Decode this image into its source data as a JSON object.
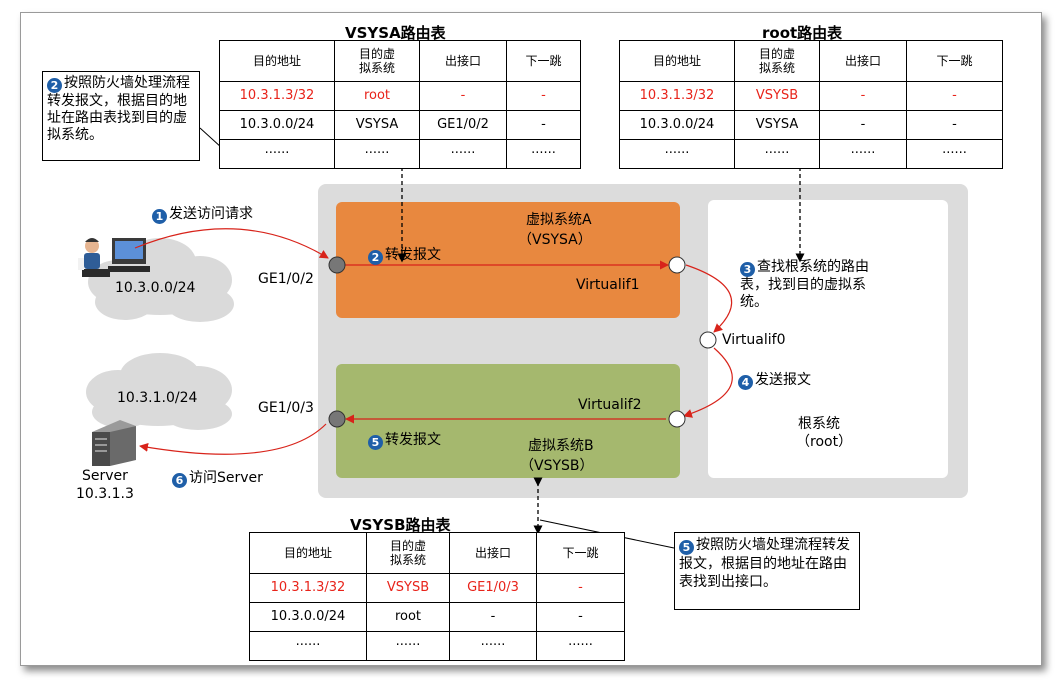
{
  "vsysa_table": {
    "title": "VSYSA路由表",
    "headers": [
      "目的地址",
      "目的虚\n拟系统",
      "出接口",
      "下一跳"
    ],
    "rows": [
      [
        "10.3.1.3/32",
        "root",
        "-",
        "-"
      ],
      [
        "10.3.0.0/24",
        "VSYSA",
        "GE1/0/2",
        "-"
      ],
      [
        "······",
        "······",
        "······",
        "······"
      ]
    ]
  },
  "root_table": {
    "title": "root路由表",
    "headers": [
      "目的地址",
      "目的虚\n拟系统",
      "出接口",
      "下一跳"
    ],
    "rows": [
      [
        "10.3.1.3/32",
        "VSYSB",
        "-",
        "-"
      ],
      [
        "10.3.0.0/24",
        "VSYSA",
        "-",
        "-"
      ],
      [
        "······",
        "······",
        "······",
        "······"
      ]
    ]
  },
  "vsysb_table": {
    "title": "VSYSB路由表",
    "headers": [
      "目的地址",
      "目的虚\n拟系统",
      "出接口",
      "下一跳"
    ],
    "rows": [
      [
        "10.3.1.3/32",
        "VSYSB",
        "GE1/0/3",
        "-"
      ],
      [
        "10.3.0.0/24",
        "root",
        "-",
        "-"
      ],
      [
        "······",
        "······",
        "······",
        "······"
      ]
    ]
  },
  "notes": {
    "note2": {
      "num": "2",
      "text": "按照防火墙处理流程转发报文，根据目的地址在路由表找到目的虚拟系统。"
    },
    "note5": {
      "num": "5",
      "text": "按照防火墙处理流程转发报文，根据目的地址在路由表找到出接口。"
    }
  },
  "steps": [
    {
      "num": "1",
      "text": "发送访问请求"
    },
    {
      "num": "2",
      "text": "转发报文"
    },
    {
      "num": "3",
      "text": "查找根系统的路由表，找到目的虚拟系统。"
    },
    {
      "num": "4",
      "text": "发送报文"
    },
    {
      "num": "5",
      "text": "转发报文"
    },
    {
      "num": "6",
      "text": "访问Server"
    }
  ],
  "vsys_a": {
    "name": "虚拟系统A",
    "sub": "（VSYSA）"
  },
  "vsys_b": {
    "name": "虚拟系统B",
    "sub": "（VSYSB）"
  },
  "root_sys": {
    "name": "根系统",
    "sub": "（root）"
  },
  "interfaces": {
    "ge102": "GE1/0/2",
    "ge103": "GE1/0/3",
    "vif1": "Virtualif1",
    "vif0": "Virtualif0",
    "vif2": "Virtualif2"
  },
  "clouds": {
    "client_net": "10.3.0.0/24",
    "server_net": "10.3.1.0/24"
  },
  "server": {
    "label": "Server",
    "ip": "10.3.1.3"
  },
  "colors": {
    "vsysa": "#e8883f",
    "vsysb": "#a5b86e",
    "arrow": "#d8231a",
    "badge": "#1f5fa8",
    "red_text": "#e8231a"
  }
}
